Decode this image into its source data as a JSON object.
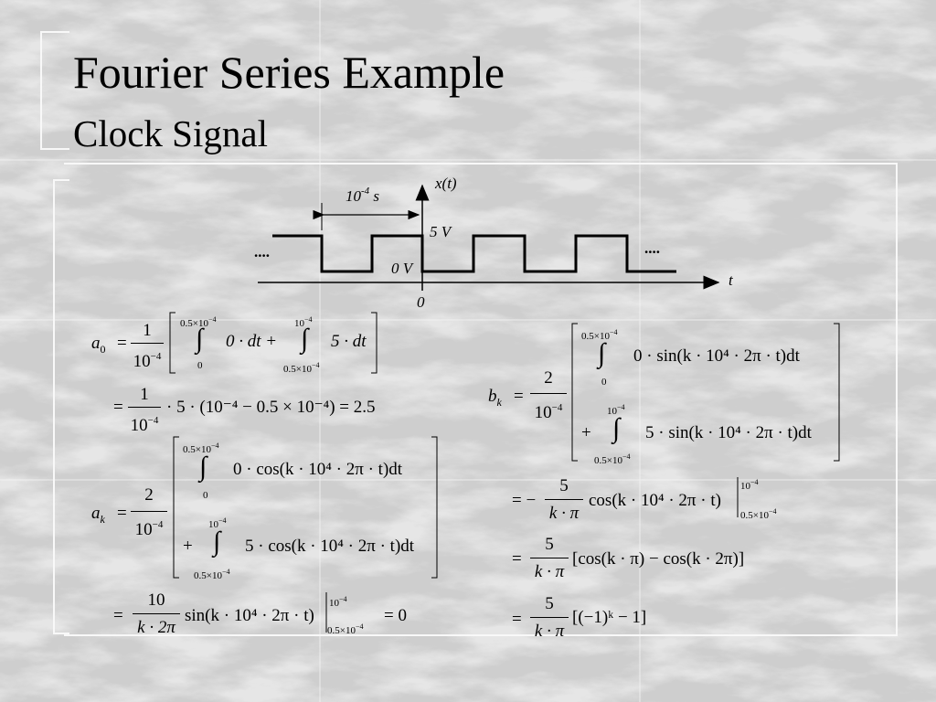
{
  "slide": {
    "title": "Fourier Series Example",
    "subtitle": "Clock Signal"
  },
  "diagram": {
    "y_label": "x(t)",
    "x_label": "t",
    "period_label": "10",
    "period_exp": "-4",
    "period_unit": "s",
    "high_label": "5  V",
    "low_label": "0  V",
    "origin_label": "0",
    "ellipsis": "...."
  },
  "colors": {
    "background": "#e4e4e4",
    "marble_vein": "#a8a8a8",
    "frame": "#f8f8f8"
  },
  "eq": {
    "a0_sym": "a",
    "a0_sub": "0",
    "one": "1",
    "two": "2",
    "five": "5",
    "ten": "10",
    "ten_pow_den": "10",
    "neg4": "−4",
    "lim_half": "0.5×10",
    "lim_half_exp": "−4",
    "lim_zero": "0",
    "lim_top": "10",
    "a0_int1": "0 · dt +",
    "a0_int2": "5 · dt",
    "a0_line2": "· 5 · (10⁻⁴ − 0.5 × 10⁻⁴) = 2.5",
    "ak_sym": "a",
    "bk_sym": "b",
    "k_sub": "k",
    "ak_term1": "0 · cos(k · 10⁴ · 2π · t)dt",
    "ak_term2": "5 · cos(k · 10⁴ · 2π · t)dt",
    "ak_result_den": "k · 2π",
    "ak_result_body": "sin(k · 10⁴ · 2π · t)",
    "ak_result_end": "= 0",
    "bk_term1": "0 · sin(k · 10⁴ · 2π · t)dt",
    "bk_term2": "5 · sin(k · 10⁴ · 2π · t)dt",
    "bk_den": "k · π",
    "bk_line1_body": "cos(k · 10⁴ · 2π · t)",
    "bk_line2_body": "[cos(k · π) − cos(k · 2π)]",
    "bk_line3_body": "[(−1)ᵏ − 1]",
    "eq_sign": "=",
    "eq_minus": "= −",
    "plus": "+",
    "integral": "∫"
  }
}
